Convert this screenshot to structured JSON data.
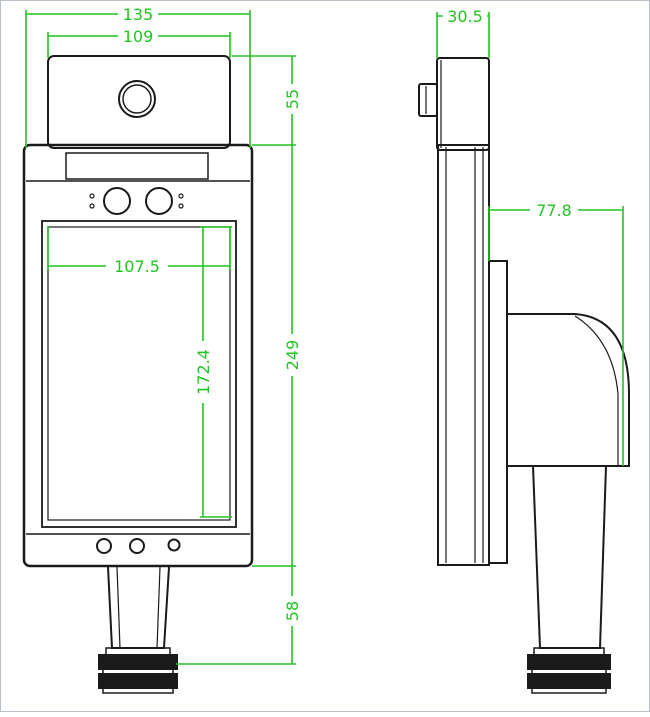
{
  "colors": {
    "outline": "#1a1a1a",
    "dimension": "#22c322",
    "background": "#ffffff"
  },
  "front_view": {
    "dimensions": {
      "overall_width": "135",
      "camera_width": "109",
      "camera_height": "55",
      "overall_height": "249",
      "screen_width": "107.5",
      "screen_height": "172.4",
      "stand_height": "58"
    }
  },
  "side_view": {
    "dimensions": {
      "camera_depth": "30.5",
      "mount_depth": "77.8"
    }
  }
}
